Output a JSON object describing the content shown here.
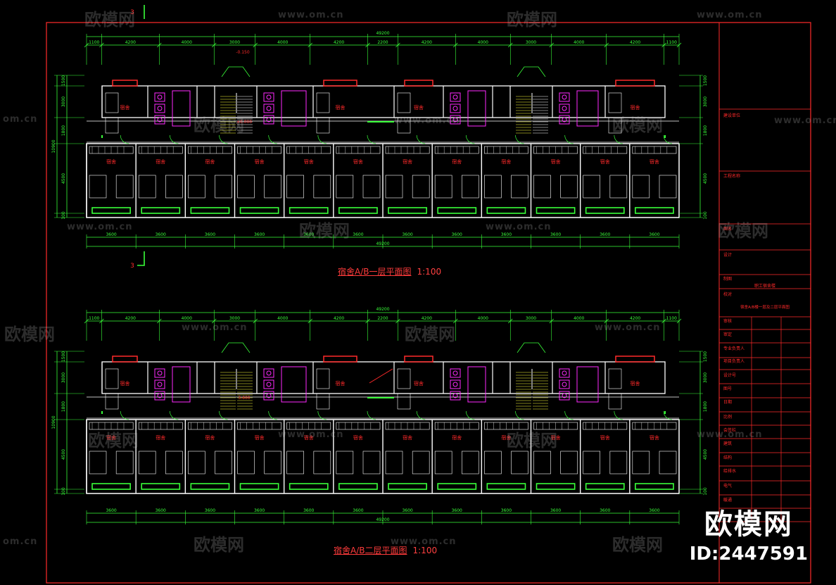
{
  "watermark": {
    "brand": "欧模网",
    "url": "www.om.cn",
    "partial_url": "om.cn"
  },
  "plan_top": {
    "title": "宿舍A/B一层平面图",
    "scale": "1:100",
    "overall_width": "49200",
    "top_dims": [
      "1100",
      "4200",
      "4000",
      "3000",
      "4000",
      "4200",
      "2200",
      "4200",
      "4000",
      "3000",
      "4000",
      "4200",
      "1100"
    ],
    "bottom_dims": [
      "3600",
      "3600",
      "3600",
      "3600",
      "3600",
      "3600",
      "3600",
      "3600",
      "3600",
      "3600",
      "3600",
      "3600"
    ],
    "left_dims": [
      "1500",
      "3000",
      "1800",
      "4500",
      "100"
    ],
    "overall_depth": "10900",
    "section_mark": "3",
    "elev_upper": "-0.150",
    "elev_lower": "±0.000",
    "room_label": "宿舍"
  },
  "plan_bottom": {
    "title": "宿舍A/B二层平面图",
    "scale": "1:100",
    "overall_width": "49200",
    "top_dims": [
      "1100",
      "4200",
      "4000",
      "3000",
      "4000",
      "4200",
      "2200",
      "4200",
      "4000",
      "3000",
      "4000",
      "4200",
      "1100"
    ],
    "bottom_dims": [
      "3600",
      "3600",
      "3600",
      "3600",
      "3600",
      "3600",
      "3600",
      "3600",
      "3600",
      "3600",
      "3600",
      "3600"
    ],
    "left_dims": [
      "1500",
      "3000",
      "1800",
      "4500",
      "100"
    ],
    "overall_depth": "10900",
    "elev": "3.600",
    "room_label": "宿舍"
  },
  "title_block": {
    "rows": [
      "建设单位",
      "工程名称",
      "图名",
      "设计",
      "制图",
      "校对",
      "审核",
      "审定",
      "专业负责人",
      "项目负责人",
      "设计号",
      "图号",
      "日期",
      "比例",
      "会签栏",
      "建筑",
      "结构",
      "给排水",
      "电气",
      "暖通"
    ],
    "project": "职工宿舍楼",
    "drawing_name": "宿舍A/B楼一层及二层平面图"
  },
  "logo": {
    "brand": "欧模网",
    "id": "ID:2447591"
  },
  "colors": {
    "wall": "#ffffff",
    "dim": "#39ff39",
    "accent": "#ff2a2a",
    "magenta": "#ff2aff",
    "yellow": "#ffff3a",
    "cyan": "#39e0ff"
  }
}
